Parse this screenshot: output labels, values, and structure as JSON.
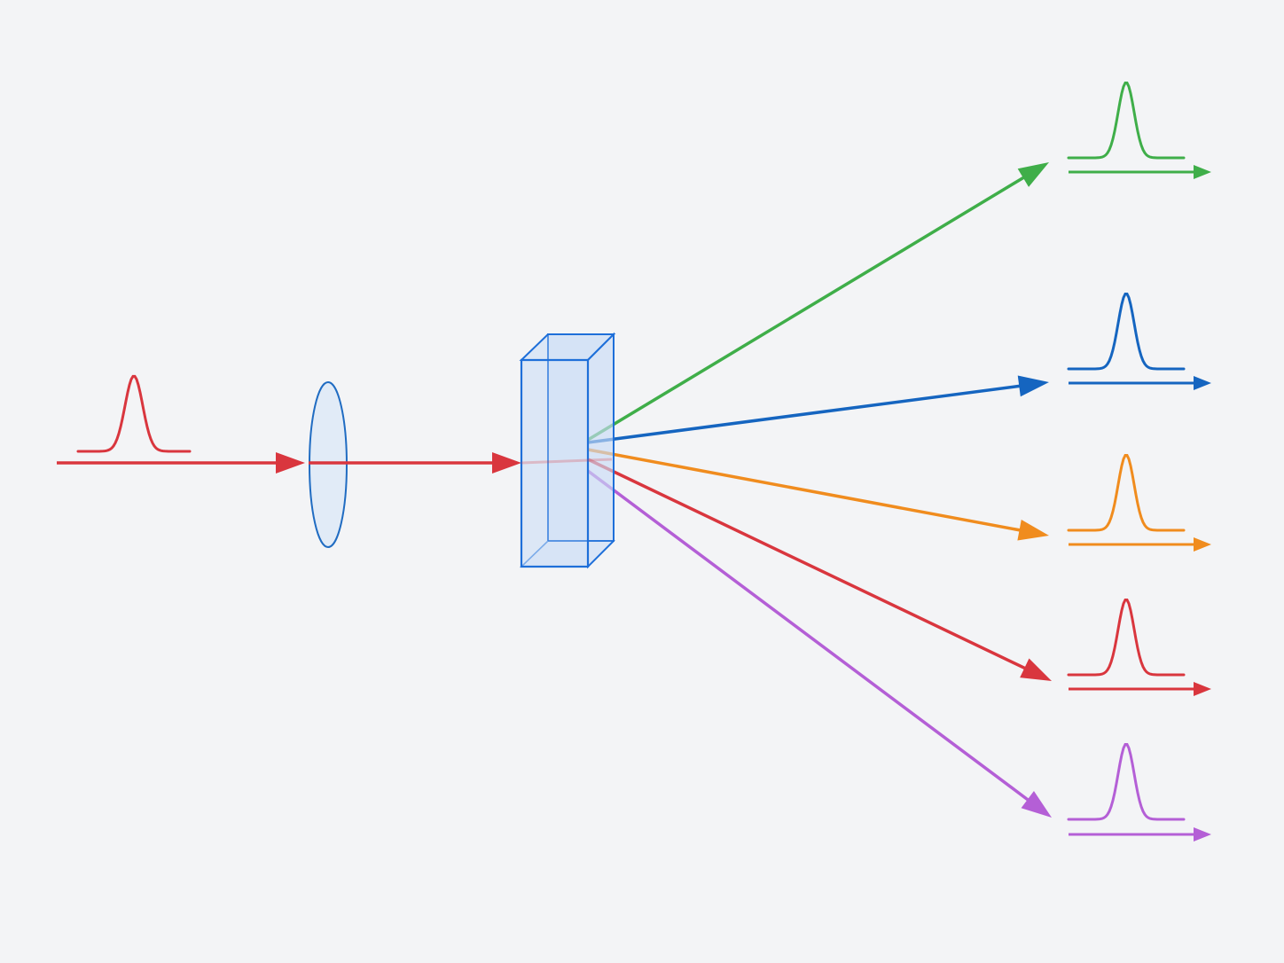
{
  "diagram": {
    "background": "#f3f4f6",
    "input_beam": {
      "color": "#d9363e",
      "pulse_icon": "gaussian-pulse-icon"
    },
    "lens": {
      "icon": "convex-lens-icon",
      "stroke": "#1565c0",
      "fill": "#dce8f8"
    },
    "crystal": {
      "icon": "crystal-block-icon",
      "stroke": "#1e6fd9",
      "fill": "#c9dcf6"
    },
    "output_beams": [
      {
        "id": "green",
        "color": "#3fae49"
      },
      {
        "id": "blue",
        "color": "#1565c0"
      },
      {
        "id": "orange",
        "color": "#f08c1e"
      },
      {
        "id": "red",
        "color": "#d9363e"
      },
      {
        "id": "purple",
        "color": "#b45fd6"
      }
    ]
  }
}
